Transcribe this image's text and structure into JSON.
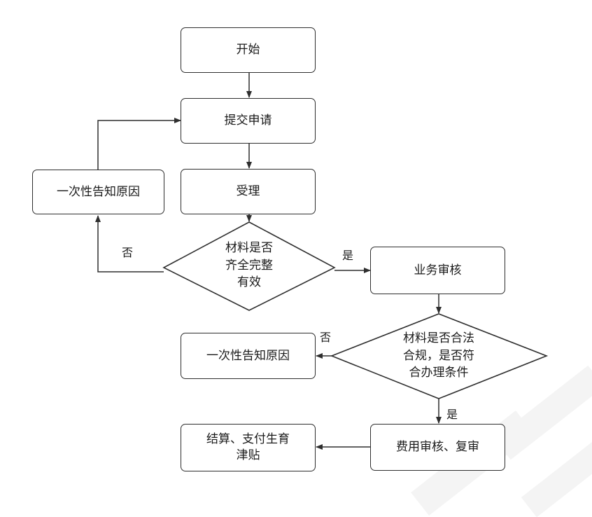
{
  "nodes": {
    "start": "开始",
    "submit": "提交申请",
    "accept": "受理",
    "notify_1": "一次性告知原因",
    "check_complete": [
      "材料是否",
      "齐全完整",
      "有效"
    ],
    "business_review": "业务审核",
    "check_legal": [
      "材料是否合法",
      "合规，是否符",
      "合办理条件"
    ],
    "notify_2": "一次性告知原因",
    "fee_review": "费用审核、复审",
    "settle": [
      "结算、支付生育",
      "津贴"
    ]
  },
  "labels": {
    "no_1": "否",
    "yes_1": "是",
    "no_2": "否",
    "yes_2": "是"
  },
  "colors": {
    "stroke": "#2e2e2e",
    "watermark": "#f4f4f4"
  }
}
